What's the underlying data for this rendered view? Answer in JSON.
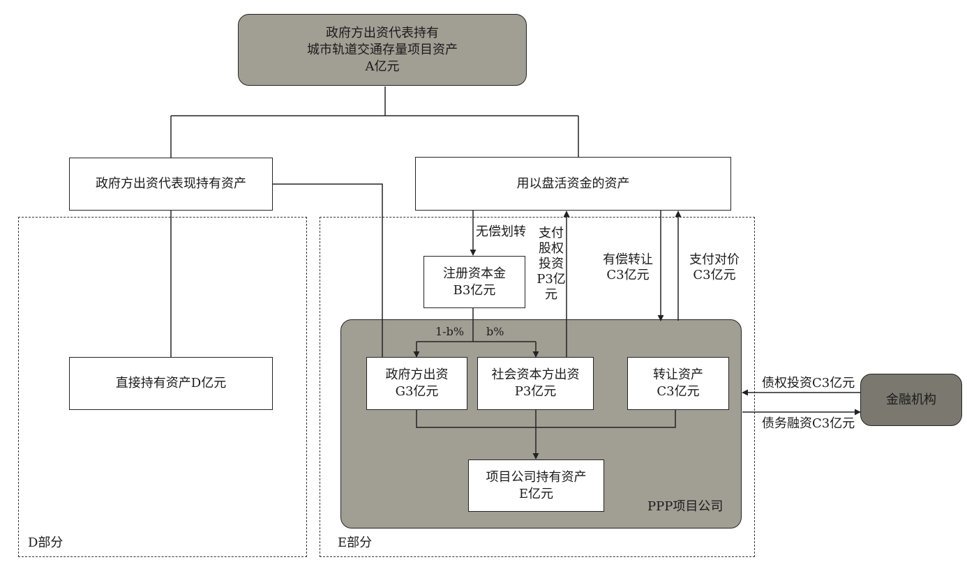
{
  "top_box": {
    "line1": "政府方出资代表持有",
    "line2": "城市轨道交通存量项目资产",
    "line3": "A亿元"
  },
  "gov_hold_box": "政府方出资代表现持有资产",
  "activation_box": "用以盘活资金的资产",
  "direct_box": "直接持有资产D亿元",
  "reg_capital_box": {
    "line1": "注册资本金",
    "line2": "B3亿元"
  },
  "gov_invest_box": {
    "line1": "政府方出资",
    "line2": "G3亿元"
  },
  "social_invest_box": {
    "line1": "社会资本方出资",
    "line2": "P3亿元"
  },
  "transfer_box": {
    "line1": "转让资产",
    "line2": "C3亿元"
  },
  "project_hold_box": {
    "line1": "项目公司持有资产",
    "line2": "E亿元"
  },
  "finance_box": "金融机构",
  "ppp_label": "PPP项目公司",
  "d_part_label": "D部分",
  "e_part_label": "E部分",
  "free_transfer_label": "无偿划转",
  "pay_equity_label": {
    "line1": "支付",
    "line2": "股权",
    "line3": "投资",
    "line4": "P3亿",
    "line5": "元"
  },
  "paid_transfer_label": {
    "line1": "有偿转让",
    "line2": "C3亿元"
  },
  "pay_consideration_label": {
    "line1": "支付对价",
    "line2": "C3亿元"
  },
  "split_left_label": "1-b%",
  "split_right_label": "b%",
  "debt_invest_label": "债权投资C3亿元",
  "debt_finance_label": "债务融资C3亿元",
  "colors": {
    "gray_fill": "#a19e94",
    "dark_fill": "#7a786f",
    "line": "#222222"
  }
}
